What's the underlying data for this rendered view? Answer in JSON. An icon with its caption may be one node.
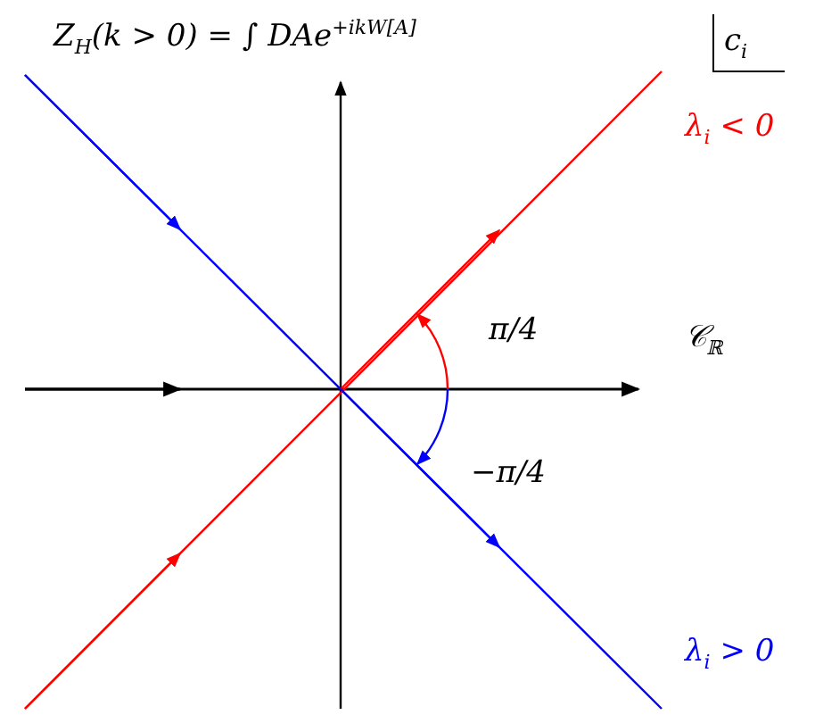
{
  "diagram": {
    "labels": [
      "Z$_{H}$(k > 0) = ∫ DAe$^{+ikW[A]}$",
      "c$_{i}$",
      "λ$_{i}$ < 0",
      "π/4",
      "𝒞$_{ℝ}$",
      "−π/4",
      "λ$_{i}$ > 0"
    ]
  }
}
